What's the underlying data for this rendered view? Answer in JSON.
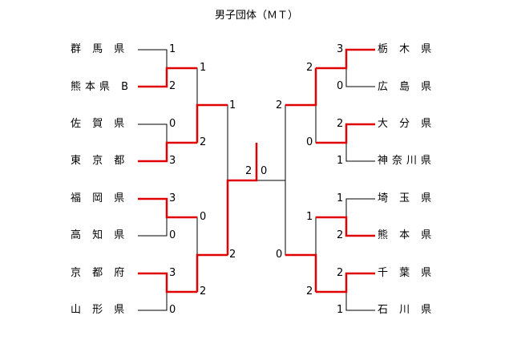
{
  "title": "男子団体（ＭＴ）",
  "colors": {
    "winner": "#e00000",
    "line": "#000000"
  },
  "teams_left": [
    "群 馬 県",
    "熊本県 B",
    "佐 賀 県",
    "東 京 都",
    "福 岡 県",
    "高 知 県",
    "京 都 府",
    "山 形 県"
  ],
  "teams_right": [
    "栃 木 県",
    "広 島 県",
    "大 分 県",
    "神奈川県",
    "埼 玉 県",
    "熊 本 県",
    "千 葉 県",
    "石 川 県"
  ],
  "scores": {
    "left_r1": [
      "1",
      "2",
      "0",
      "3",
      "3",
      "0",
      "3",
      "0"
    ],
    "left_r2": [
      "1",
      "2",
      "0",
      "2"
    ],
    "left_sf": [
      "1",
      "2"
    ],
    "final": [
      "2",
      "0"
    ],
    "right_sf": [
      "2",
      "0"
    ],
    "right_r2": [
      "2",
      "0",
      "1",
      "2"
    ],
    "right_r1": [
      "3",
      "0",
      "2",
      "1",
      "1",
      "2",
      "2",
      "1"
    ]
  }
}
